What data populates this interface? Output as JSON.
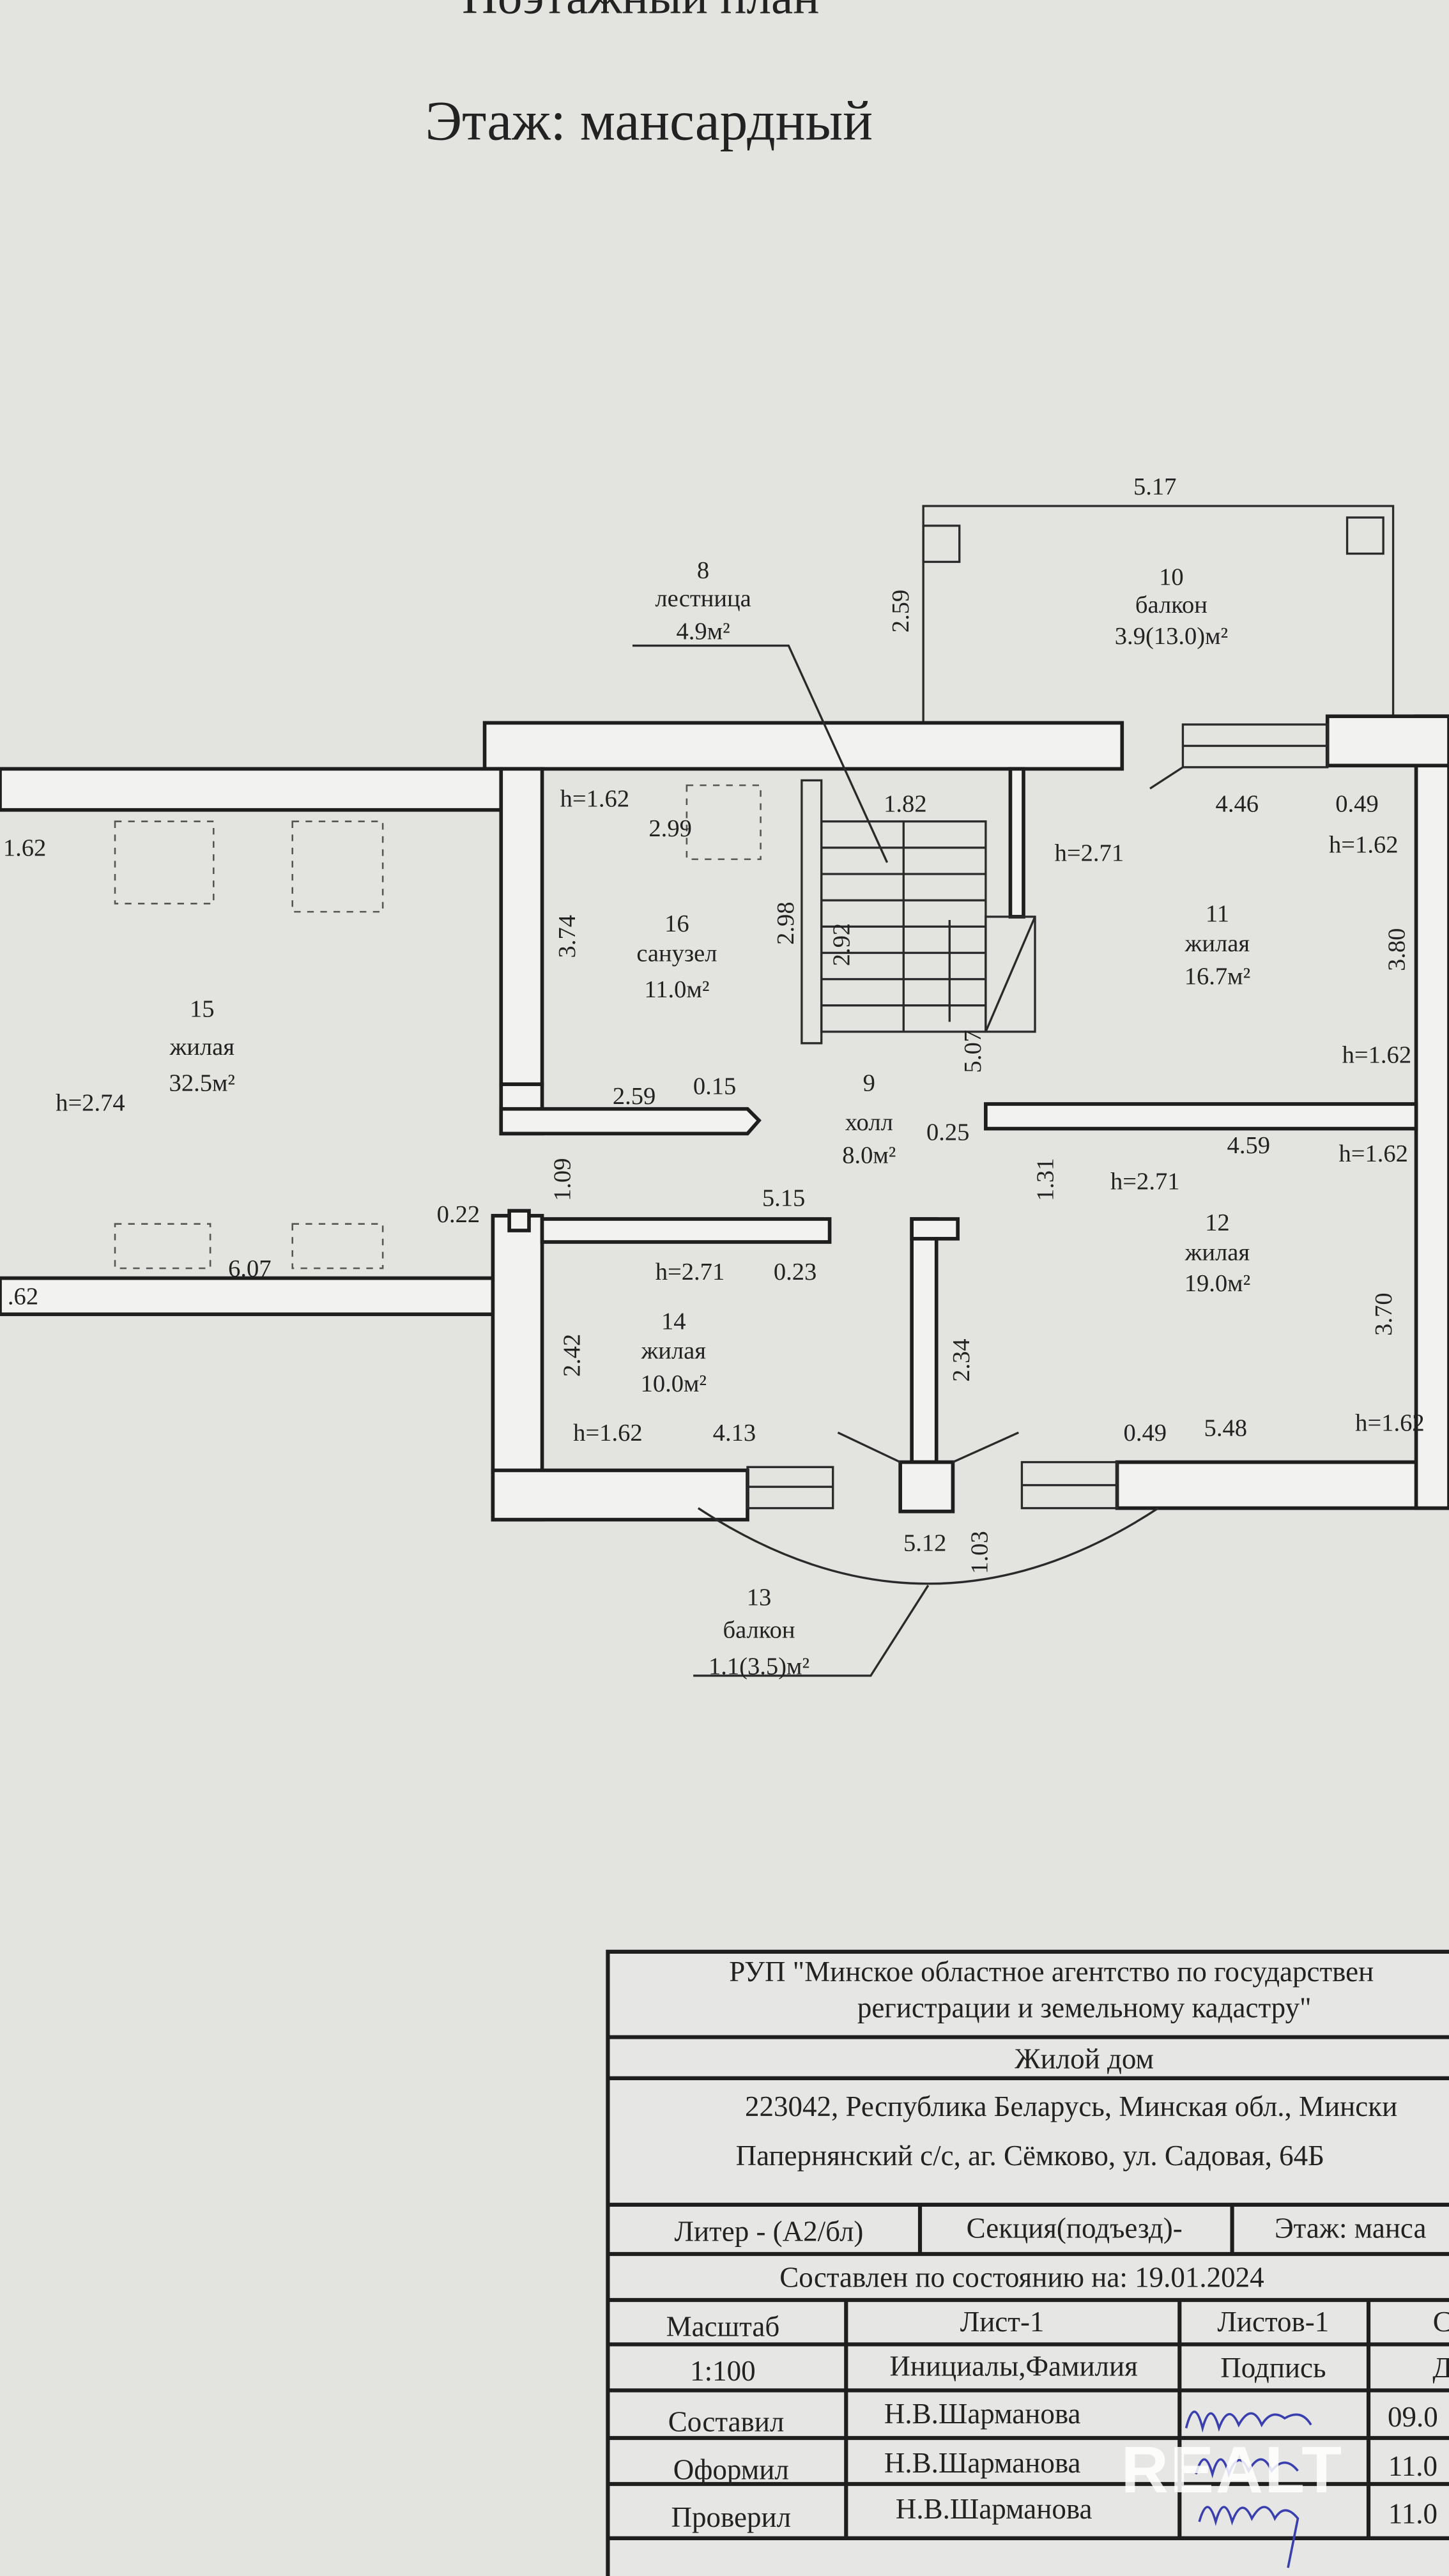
{
  "header": {
    "plan_title": "Поэтажный план",
    "floor_title": "Этаж: мансардный"
  },
  "rooms": [
    {
      "num": "8",
      "name": "лестница",
      "area": "4.9м²"
    },
    {
      "num": "10",
      "name": "балкон",
      "area": "3.9(13.0)м²"
    },
    {
      "num": "16",
      "name": "санузел",
      "area": "11.0м²"
    },
    {
      "num": "15",
      "name": "жилая",
      "area": "32.5м²"
    },
    {
      "num": "9",
      "name": "холл",
      "area": "8.0м²"
    },
    {
      "num": "11",
      "name": "жилая",
      "area": "16.7м²"
    },
    {
      "num": "12",
      "name": "жилая",
      "area": "19.0м²"
    },
    {
      "num": "14",
      "name": "жилая",
      "area": "10.0м²"
    },
    {
      "num": "13",
      "name": "балкон",
      "area": "1.1(3.5)м²"
    }
  ],
  "dims": [
    "5.17",
    "2.59",
    "4.46",
    "0.49",
    "h=1.62",
    "h=2.71",
    "3.80",
    "h=1.62",
    "1.82",
    "h=1.62",
    "2.99",
    "3.74",
    "2.98",
    "2.92",
    "5.07",
    "1.62",
    "h=2.74",
    "2.59",
    "0.15",
    "0.25",
    "4.59",
    "h=1.62",
    "1.31",
    "h=2.71",
    "1.09",
    "0.22",
    "5.15",
    "h=2.71",
    "0.23",
    "6.07",
    ".62",
    "2.42",
    "2.34",
    "3.70",
    "h=1.62",
    "4.13",
    "0.49",
    "5.48",
    "h=1.62",
    "5.12",
    "1.03"
  ],
  "title_block": {
    "agency_line1": "РУП \"Минское областное агентство по государствен",
    "agency_line2": "регистрации и земельному кадастру\"",
    "object": "Жилой дом",
    "address_line1": "223042, Республика Беларусь, Минская обл., Мински",
    "address_line2": "Папернянский с/с, аг. Сёмково, ул. Садовая, 64Б",
    "liter": "Литер - (А2/бл)",
    "section": "Секция(подъезд)-",
    "floor": "Этаж: манса",
    "compiled_on": "Составлен по состоянию на: 19.01.2024",
    "header_row": [
      "Масштаб",
      "Лист-1",
      "Листов-1",
      "С"
    ],
    "scale_row": [
      "1:100",
      "Инициалы,Фамилия",
      "Подпись",
      "Д"
    ],
    "rows": [
      {
        "role": "Составил",
        "name": "Н.В.Шарманова",
        "date": "09.0"
      },
      {
        "role": "Оформил",
        "name": "Н.В.Шарманова",
        "date": "11.0"
      },
      {
        "role": "Проверил",
        "name": "Н.В.Шарманова",
        "date": "11.0"
      }
    ]
  },
  "watermark": "REALT"
}
